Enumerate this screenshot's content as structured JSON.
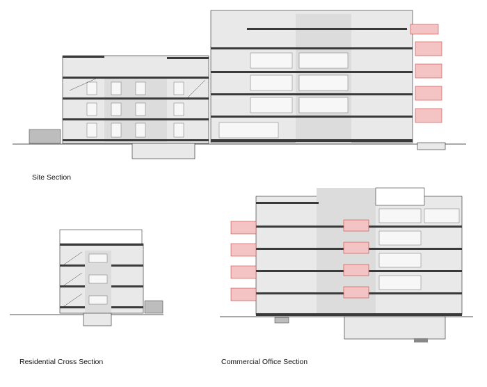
{
  "drawings": {
    "site_section": {
      "caption": "Site Section"
    },
    "residential_cross_section": {
      "caption": "Residential Cross Section"
    },
    "commercial_office_section": {
      "caption": "Commercial Office Section"
    }
  }
}
